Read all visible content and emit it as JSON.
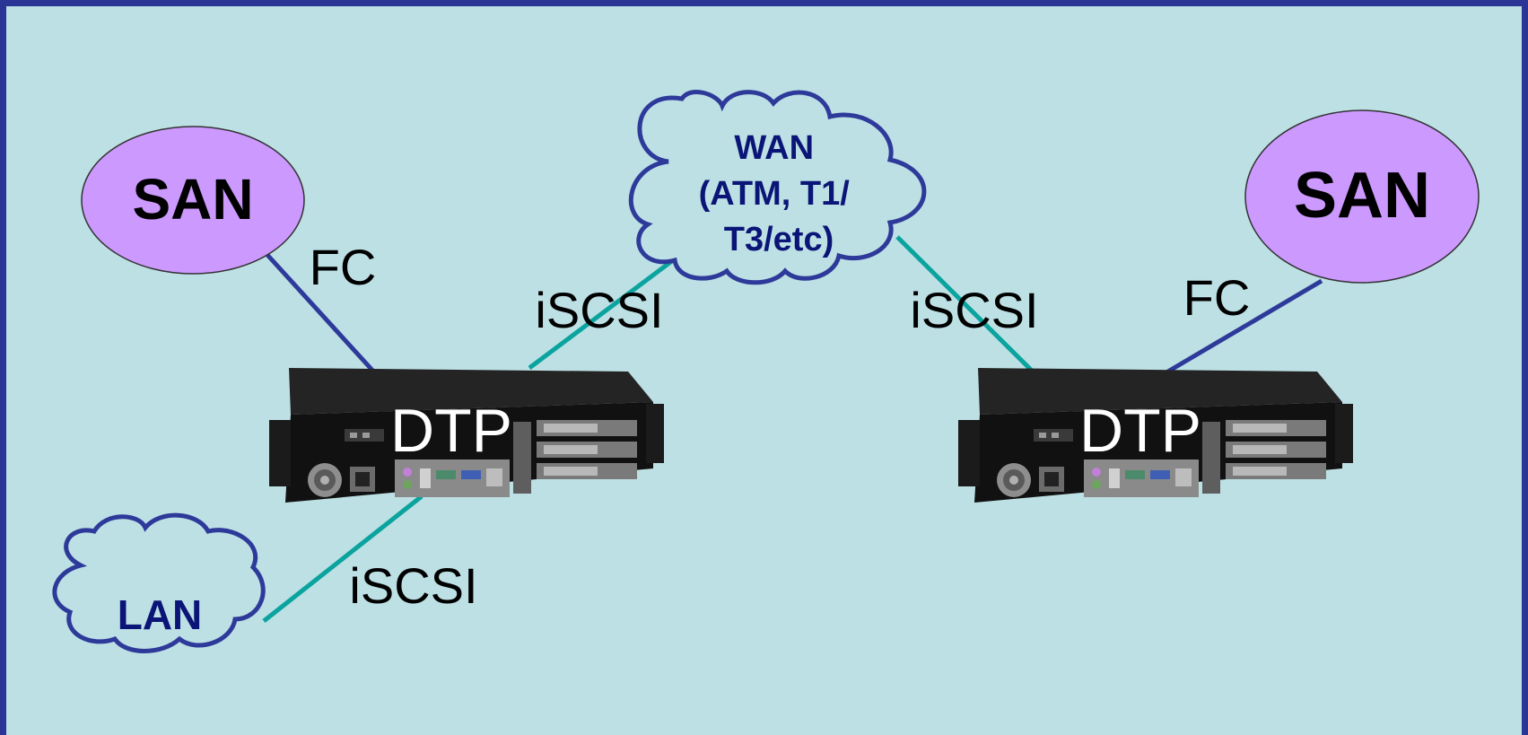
{
  "colors": {
    "frame": "#2a3596",
    "background": "#bde0e4",
    "san_fill": "#cc99ff",
    "cloud_stroke": "#2d3a9a",
    "cloud_text": "#0a1577",
    "fc_link": "#2d3a9a",
    "iscsi_link": "#0aa39e",
    "device_body": "#141414",
    "device_label": "#ffffff"
  },
  "nodes": {
    "san_left": {
      "label": "SAN"
    },
    "san_right": {
      "label": "SAN"
    },
    "wan": {
      "lines": [
        "WAN",
        "(ATM, T1/",
        "T3/etc)"
      ]
    },
    "lan": {
      "label": "LAN"
    },
    "dtp_left": {
      "label": "DTP",
      "icon": "server-appliance-icon"
    },
    "dtp_right": {
      "label": "DTP",
      "icon": "server-appliance-icon"
    }
  },
  "links": {
    "fc_left": {
      "label": "FC"
    },
    "fc_right": {
      "label": "FC"
    },
    "iscsi_wan_left": {
      "label": "iSCSI"
    },
    "iscsi_wan_right": {
      "label": "iSCSI"
    },
    "iscsi_lan": {
      "label": "iSCSI"
    }
  }
}
